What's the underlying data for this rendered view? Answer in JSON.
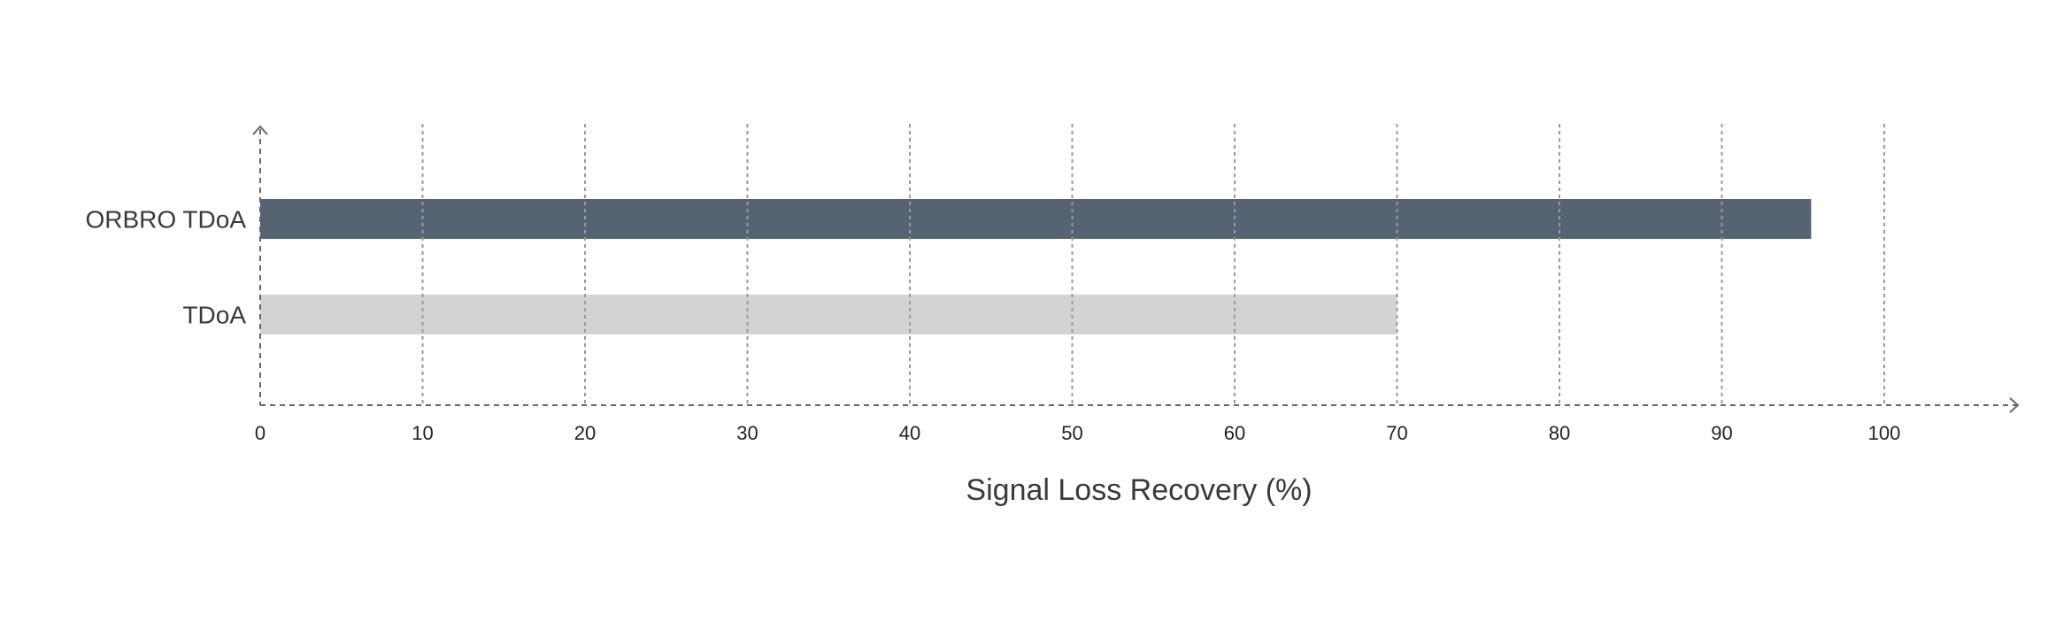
{
  "chart_data": {
    "type": "bar",
    "orientation": "horizontal",
    "title": "",
    "xlabel": "Signal Loss Recovery (%)",
    "ylabel": "",
    "categories": [
      "ORBRO TDoA",
      "TDoA"
    ],
    "values": [
      95.5,
      70
    ],
    "colors": [
      "#566372",
      "#d3d3d3"
    ],
    "xlim": [
      0,
      100
    ],
    "xticks": [
      0,
      10,
      20,
      30,
      40,
      50,
      60,
      70,
      80,
      90,
      100
    ],
    "grid": {
      "x": true,
      "y": false,
      "style": "dotted",
      "color": "#9a9a9a"
    },
    "axis_color": "#666666",
    "legend": null
  }
}
